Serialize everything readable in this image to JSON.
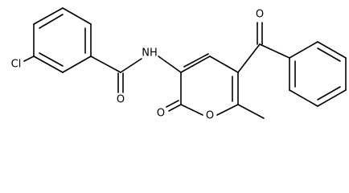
{
  "molecule": {
    "atoms": {
      "cl": "Cl",
      "nh": "NH",
      "o_amide": "O",
      "o_lactone": "O",
      "o_ring": "O",
      "o_ketone": "O"
    }
  }
}
